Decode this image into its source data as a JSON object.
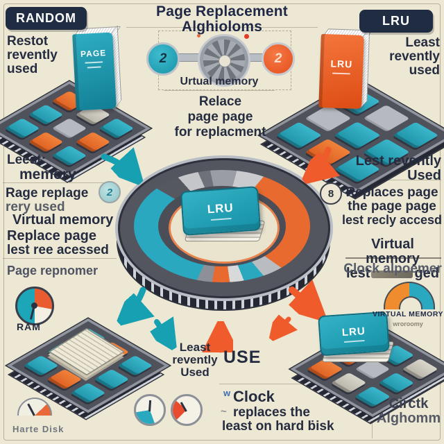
{
  "title": "Page Replacement Alghioloms",
  "badges": {
    "random": "RANDOM",
    "lru": "LRU"
  },
  "top_icons": {
    "left_glyph": "2",
    "right_glyph": "2"
  },
  "top_left": {
    "caption": [
      "Restot",
      "revently",
      "used"
    ],
    "book_label": "PAGE"
  },
  "top_right": {
    "caption": [
      "Least",
      "revently",
      "used"
    ],
    "book_label": "LRU"
  },
  "top_center": {
    "memory_label": "Urtual memory",
    "replace_lines": [
      "Relace",
      "page page",
      "for replacment"
    ]
  },
  "left_panel": {
    "header": [
      "Leest:",
      "memory"
    ],
    "badge": "2",
    "para1": [
      "Rage replage",
      "rery used"
    ],
    "para2": "Virtual memory",
    "para3": [
      "Replace page",
      "lest ree acessed"
    ],
    "footer": "Page repnomer"
  },
  "right_panel": {
    "header": [
      "Lest revently",
      "Used"
    ],
    "badge": "8",
    "para1": [
      "Replaces page",
      "the page page",
      "lest recly accesd"
    ],
    "para2_line1": "Virtual memory",
    "para2_pre": "lest",
    "para2_post": "ged",
    "footer": "Clock alpoemer"
  },
  "center": {
    "book_label": "LRU"
  },
  "bottom_left": {
    "gauge_label": "RAM",
    "footer": "Harte Disk"
  },
  "bottom_center": {
    "caption": [
      "Least",
      "revently",
      "Used"
    ],
    "use_label": "USE",
    "clock_lines": [
      "Clock",
      "replaces the",
      "least on hard ḃisk"
    ],
    "glyph_top": "w",
    "glyph_mid": "~"
  },
  "bottom_right": {
    "book_label": "LRU",
    "gauge_label": "VIRTUAL MEMORY",
    "gauge_sub": "wroroomy",
    "caption": [
      "Circtk",
      "Alghomm"
    ]
  },
  "colors": {
    "teal": "#1da5b8",
    "orange": "#ef5b2b",
    "navy": "#202c42",
    "cream": "#ece8d4",
    "board": "#4f515b"
  }
}
